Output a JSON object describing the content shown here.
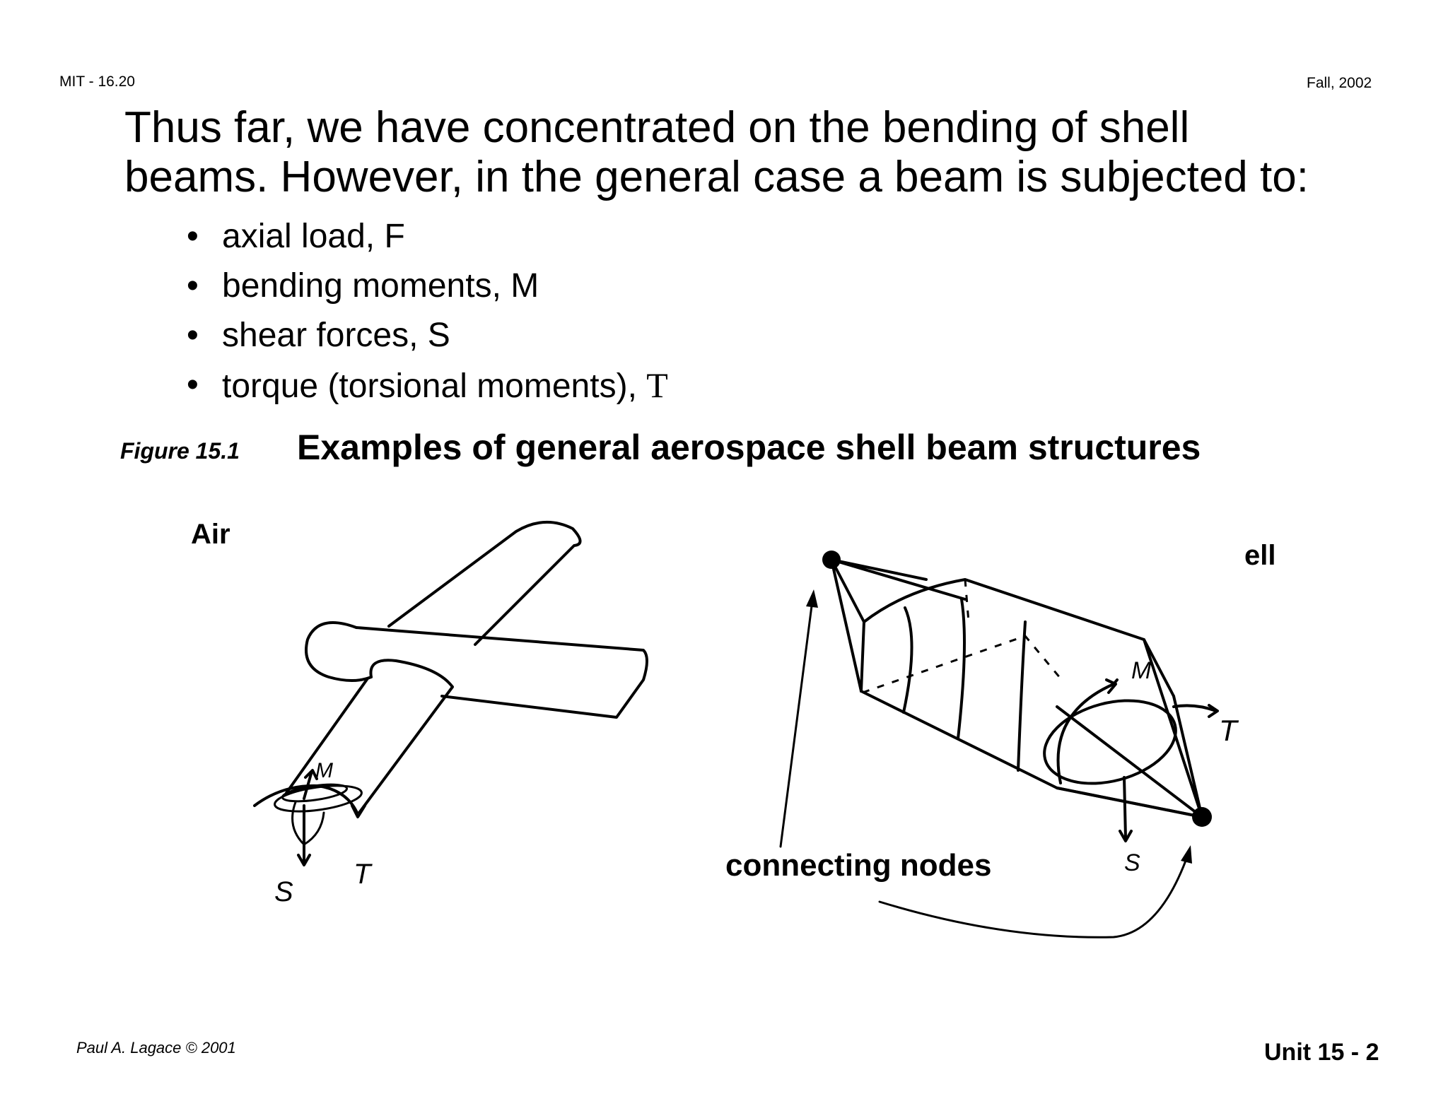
{
  "header": {
    "course": "MIT - 16.20",
    "term": "Fall, 2002"
  },
  "intro": {
    "line1": "Thus far, we have concentrated on the bending of shell",
    "line2": "beams. However, in the general case a beam is subjected to:"
  },
  "bullets": [
    {
      "text": "axial load, F"
    },
    {
      "text": "bending moments, M"
    },
    {
      "text": "shear forces, S"
    },
    {
      "text": "torque (torsional moments), ",
      "symbol": "T"
    }
  ],
  "bullet_glyph": "•",
  "figure": {
    "number": "Figure 15.1",
    "title": "Examples of general aerospace shell beam structures",
    "left_label_fragment": "Air",
    "right_label_fragment": "ell",
    "nodes_label": "connecting nodes",
    "sketch_labels": {
      "aircraft_moment": "M",
      "aircraft_shear": "S",
      "aircraft_torque": "T",
      "shell_moment": "M",
      "shell_shear": "S",
      "shell_torque": "T"
    }
  },
  "footer": {
    "author": "Paul A. Lagace © 2001",
    "unit": "Unit 15 - 2"
  }
}
